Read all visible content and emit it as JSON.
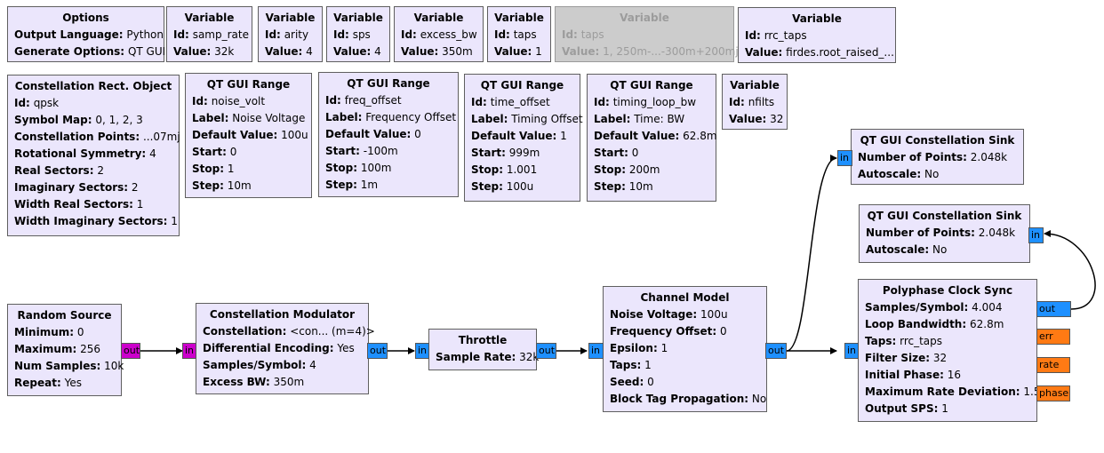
{
  "blocks": {
    "options": {
      "title": "Options",
      "params": [
        {
          "k": "Output Language:",
          "v": "Python"
        },
        {
          "k": "Generate Options:",
          "v": "QT GUI"
        }
      ]
    },
    "var_samp_rate": {
      "title": "Variable",
      "params": [
        {
          "k": "Id:",
          "v": "samp_rate"
        },
        {
          "k": "Value:",
          "v": "32k"
        }
      ]
    },
    "var_arity": {
      "title": "Variable",
      "params": [
        {
          "k": "Id:",
          "v": "arity"
        },
        {
          "k": "Value:",
          "v": "4"
        }
      ]
    },
    "var_sps": {
      "title": "Variable",
      "params": [
        {
          "k": "Id:",
          "v": "sps"
        },
        {
          "k": "Value:",
          "v": "4"
        }
      ]
    },
    "var_excess_bw": {
      "title": "Variable",
      "params": [
        {
          "k": "Id:",
          "v": "excess_bw"
        },
        {
          "k": "Value:",
          "v": "350m"
        }
      ]
    },
    "var_taps": {
      "title": "Variable",
      "params": [
        {
          "k": "Id:",
          "v": "taps"
        },
        {
          "k": "Value:",
          "v": "1"
        }
      ]
    },
    "var_taps_disabled": {
      "title": "Variable",
      "params": [
        {
          "k": "Id:",
          "v": "taps"
        },
        {
          "k": "Value:",
          "v": "1, 250m-...-300m+200mj"
        }
      ]
    },
    "var_rrc_taps": {
      "title": "Variable",
      "params": [
        {
          "k": "Id:",
          "v": "rrc_taps"
        },
        {
          "k": "Value:",
          "v": "firdes.root_raised_..."
        }
      ]
    },
    "constellation_obj": {
      "title": "Constellation Rect. Object",
      "params": [
        {
          "k": "Id:",
          "v": "qpsk"
        },
        {
          "k": "Symbol Map:",
          "v": "0, 1, 2, 3"
        },
        {
          "k": "Constellation Points:",
          "v": "...07mj"
        },
        {
          "k": "Rotational Symmetry:",
          "v": "4"
        },
        {
          "k": "Real Sectors:",
          "v": "2"
        },
        {
          "k": "Imaginary Sectors:",
          "v": "2"
        },
        {
          "k": "Width Real Sectors:",
          "v": "1"
        },
        {
          "k": "Width Imaginary Sectors:",
          "v": "1"
        }
      ]
    },
    "range_noise": {
      "title": "QT GUI Range",
      "params": [
        {
          "k": "Id:",
          "v": "noise_volt"
        },
        {
          "k": "Label:",
          "v": "Noise Voltage"
        },
        {
          "k": "Default Value:",
          "v": "100u"
        },
        {
          "k": "Start:",
          "v": "0"
        },
        {
          "k": "Stop:",
          "v": "1"
        },
        {
          "k": "Step:",
          "v": "10m"
        }
      ]
    },
    "range_freq": {
      "title": "QT GUI Range",
      "params": [
        {
          "k": "Id:",
          "v": "freq_offset"
        },
        {
          "k": "Label:",
          "v": "Frequency Offset"
        },
        {
          "k": "Default Value:",
          "v": "0"
        },
        {
          "k": "Start:",
          "v": "-100m"
        },
        {
          "k": "Stop:",
          "v": "100m"
        },
        {
          "k": "Step:",
          "v": "1m"
        }
      ]
    },
    "range_time": {
      "title": "QT GUI Range",
      "params": [
        {
          "k": "Id:",
          "v": "time_offset"
        },
        {
          "k": "Label:",
          "v": "Timing Offset"
        },
        {
          "k": "Default Value:",
          "v": "1"
        },
        {
          "k": "Start:",
          "v": "999m"
        },
        {
          "k": "Stop:",
          "v": "1.001"
        },
        {
          "k": "Step:",
          "v": "100u"
        }
      ]
    },
    "range_loop": {
      "title": "QT GUI Range",
      "params": [
        {
          "k": "Id:",
          "v": "timing_loop_bw"
        },
        {
          "k": "Label:",
          "v": "Time: BW"
        },
        {
          "k": "Default Value:",
          "v": "62.8m"
        },
        {
          "k": "Start:",
          "v": "0"
        },
        {
          "k": "Stop:",
          "v": "200m"
        },
        {
          "k": "Step:",
          "v": "10m"
        }
      ]
    },
    "var_nfilts": {
      "title": "Variable",
      "params": [
        {
          "k": "Id:",
          "v": "nfilts"
        },
        {
          "k": "Value:",
          "v": "32"
        }
      ]
    },
    "const_sink_1": {
      "title": "QT GUI Constellation Sink",
      "params": [
        {
          "k": "Number of Points:",
          "v": "2.048k"
        },
        {
          "k": "Autoscale:",
          "v": "No"
        }
      ]
    },
    "const_sink_2": {
      "title": "QT GUI Constellation Sink",
      "params": [
        {
          "k": "Number of Points:",
          "v": "2.048k"
        },
        {
          "k": "Autoscale:",
          "v": "No"
        }
      ]
    },
    "random_source": {
      "title": "Random Source",
      "params": [
        {
          "k": "Minimum:",
          "v": "0"
        },
        {
          "k": "Maximum:",
          "v": "256"
        },
        {
          "k": "Num Samples:",
          "v": "10k"
        },
        {
          "k": "Repeat:",
          "v": "Yes"
        }
      ]
    },
    "const_mod": {
      "title": "Constellation Modulator",
      "params": [
        {
          "k": "Constellation:",
          "v": "<con... (m=4)>"
        },
        {
          "k": "Differential Encoding:",
          "v": "Yes"
        },
        {
          "k": "Samples/Symbol:",
          "v": "4"
        },
        {
          "k": "Excess BW:",
          "v": "350m"
        }
      ]
    },
    "throttle": {
      "title": "Throttle",
      "params": [
        {
          "k": "Sample Rate:",
          "v": "32k"
        }
      ]
    },
    "channel_model": {
      "title": "Channel Model",
      "params": [
        {
          "k": "Noise Voltage:",
          "v": "100u"
        },
        {
          "k": "Frequency Offset:",
          "v": "0"
        },
        {
          "k": "Epsilon:",
          "v": "1"
        },
        {
          "k": "Taps:",
          "v": "1"
        },
        {
          "k": "Seed:",
          "v": "0"
        },
        {
          "k": "Block Tag Propagation:",
          "v": "No"
        }
      ]
    },
    "poly_clock": {
      "title": "Polyphase Clock Sync",
      "params": [
        {
          "k": "Samples/Symbol:",
          "v": "4.004"
        },
        {
          "k": "Loop Bandwidth:",
          "v": "62.8m"
        },
        {
          "k": "Taps:",
          "v": "rrc_taps"
        },
        {
          "k": "Filter Size:",
          "v": "32"
        },
        {
          "k": "Initial Phase:",
          "v": "16"
        },
        {
          "k": "Maximum Rate Deviation:",
          "v": "1.5"
        },
        {
          "k": "Output SPS:",
          "v": "1"
        }
      ]
    }
  },
  "ports": {
    "in": "in",
    "out": "out",
    "err": "err",
    "rate": "rate",
    "phase": "phase"
  },
  "colors": {
    "block_fill": "#ebe6fc",
    "block_disabled": "#cccccc",
    "port_complex": "#1e90ff",
    "port_byte": "#cc00cc",
    "port_float": "#ff7a14"
  }
}
